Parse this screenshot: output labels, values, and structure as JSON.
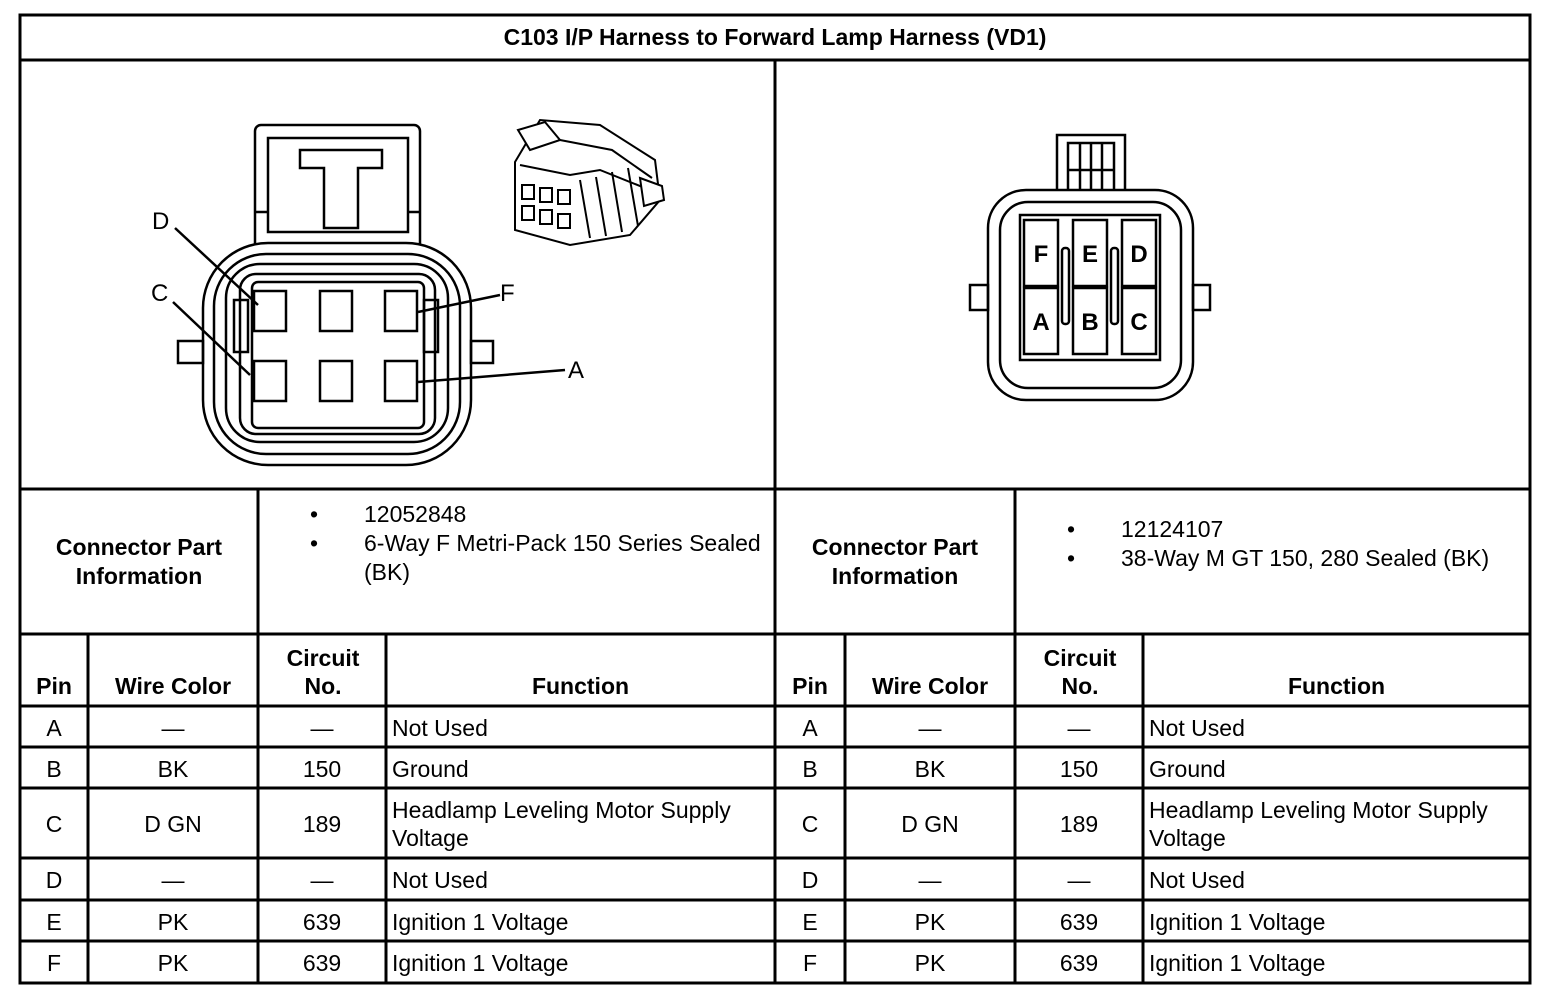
{
  "title": "C103 I/P Harness to Forward Lamp Harness (VD1)",
  "left": {
    "pin_labels": {
      "D": "D",
      "C": "C",
      "F": "F",
      "A": "A"
    },
    "connector_part_label": "Connector Part Information",
    "part_info": [
      "12052848",
      "6-Way F Metri-Pack 150 Series Sealed (BK)"
    ]
  },
  "right": {
    "pin_labels": {
      "F": "F",
      "E": "E",
      "D": "D",
      "A": "A",
      "B": "B",
      "C": "C"
    },
    "connector_part_label": "Connector Part Information",
    "part_info": [
      "12124107",
      "38-Way M GT 150, 280 Sealed (BK)"
    ]
  },
  "table_headers": {
    "pin": "Pin",
    "wire_color": "Wire Color",
    "circuit_no": "Circuit No.",
    "function": "Function"
  },
  "rows": [
    {
      "pin": "A",
      "wire_color": "—",
      "circuit": "—",
      "function": "Not Used"
    },
    {
      "pin": "B",
      "wire_color": "BK",
      "circuit": "150",
      "function": "Ground"
    },
    {
      "pin": "C",
      "wire_color": "D GN",
      "circuit": "189",
      "function": "Headlamp Leveling Motor Supply Voltage"
    },
    {
      "pin": "D",
      "wire_color": "—",
      "circuit": "—",
      "function": "Not Used"
    },
    {
      "pin": "E",
      "wire_color": "PK",
      "circuit": "639",
      "function": "Ignition 1 Voltage"
    },
    {
      "pin": "F",
      "wire_color": "PK",
      "circuit": "639",
      "function": "Ignition 1 Voltage"
    }
  ]
}
